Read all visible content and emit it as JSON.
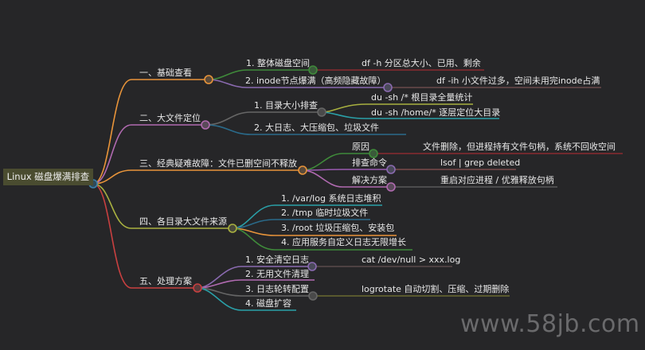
{
  "root": {
    "label": "Linux 磁盘爆满排查"
  },
  "branches": [
    {
      "label": "一、基础查看",
      "color": "#e8943a",
      "children": [
        {
          "label": "1. 整体磁盘空间",
          "note": "df -h 分区总大小、已用、剩余"
        },
        {
          "label": "2. inode节点爆满（高频隐藏故障）",
          "note": "df -ih 小文件过多，空间未用完inode占满"
        }
      ]
    },
    {
      "label": "二、大文件定位",
      "color": "#b06ab0",
      "children": [
        {
          "label": "1. 目录大小排查",
          "notes": [
            "du -sh /* 根目录全量统计",
            "du -sh /home/* 逐层定位大目录"
          ]
        },
        {
          "label": "2. 大日志、大压缩包、垃圾文件"
        }
      ]
    },
    {
      "label": "三、经典疑难故障：文件已删空间不释放",
      "color": "#e8943a",
      "children": [
        {
          "label": "原因",
          "note": "文件删除，但进程持有文件句柄，系统不回收空间"
        },
        {
          "label": "排查命令",
          "note": "lsof | grep deleted"
        },
        {
          "label": "解决方案",
          "note": "重启对应进程 / 优雅释放句柄"
        }
      ]
    },
    {
      "label": "四、各目录大文件来源",
      "color": "#a8b040",
      "children": [
        {
          "label": "1. /var/log 系统日志堆积"
        },
        {
          "label": "2. /tmp 临时垃圾文件"
        },
        {
          "label": "3. /root 垃圾压缩包、安装包"
        },
        {
          "label": "4. 应用服务自定义日志无限增长"
        }
      ]
    },
    {
      "label": "五、处理方案",
      "color": "#c84040",
      "children": [
        {
          "label": "1. 安全清空日志",
          "note": "cat /dev/null > xxx.log"
        },
        {
          "label": "2. 无用文件清理"
        },
        {
          "label": "3. 日志轮转配置",
          "note": "logrotate 自动切割、压缩、过期删除"
        },
        {
          "label": "4. 磁盘扩容"
        }
      ]
    }
  ],
  "watermark": "www.58jb.com"
}
